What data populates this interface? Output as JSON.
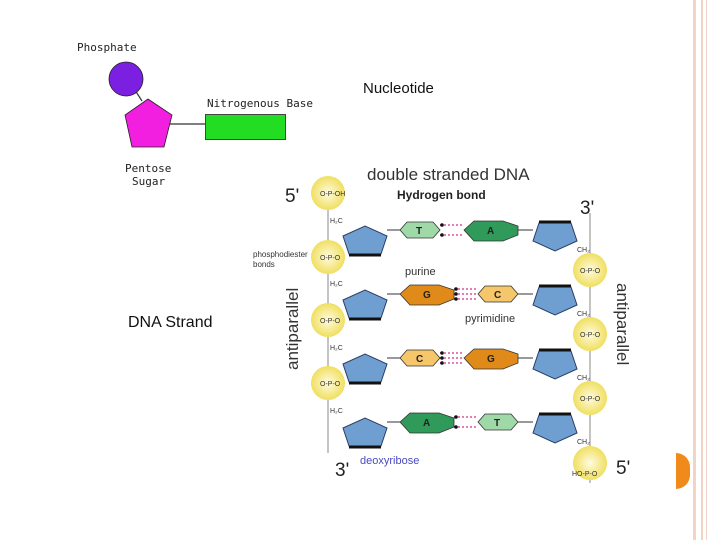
{
  "slide": {
    "title": "Nucleotide",
    "caption": "DNA Strand"
  },
  "nucleotide": {
    "phosphate_label": "Phosphate",
    "base_label": "Nitrogenous Base",
    "sugar_label_1": "Pentose",
    "sugar_label_2": "Sugar"
  },
  "dna": {
    "title": "double stranded DNA",
    "hydrogen_bond": "Hydrogen bond",
    "phosphodiester_1": "phosphodiester",
    "phosphodiester_2": "bonds",
    "purine": "purine",
    "pyrimidine": "pyrimidine",
    "deoxyribose": "deoxyribose",
    "antiparallel": "antiparallel",
    "five_prime": "5'",
    "three_prime": "3'",
    "pairs": [
      {
        "left": "T",
        "right": "A"
      },
      {
        "left": "G",
        "right": "C"
      },
      {
        "left": "C",
        "right": "G"
      },
      {
        "left": "A",
        "right": "T"
      }
    ]
  },
  "colors": {
    "phosphate": "#7b1fe0",
    "sugar": "#f21ee0",
    "base": "#22dd22",
    "backbone_phosphate": "#f4e77a",
    "deoxyribose": "#6f9fd0",
    "purine_green": "#2f9a5a",
    "pyrimidine_green": "#9fd9a8",
    "purine_orange": "#e08a1a",
    "pyrimidine_orange": "#f6c76a",
    "border_accent": "#f2d3c6",
    "orange_tab": "#f08a1a"
  }
}
